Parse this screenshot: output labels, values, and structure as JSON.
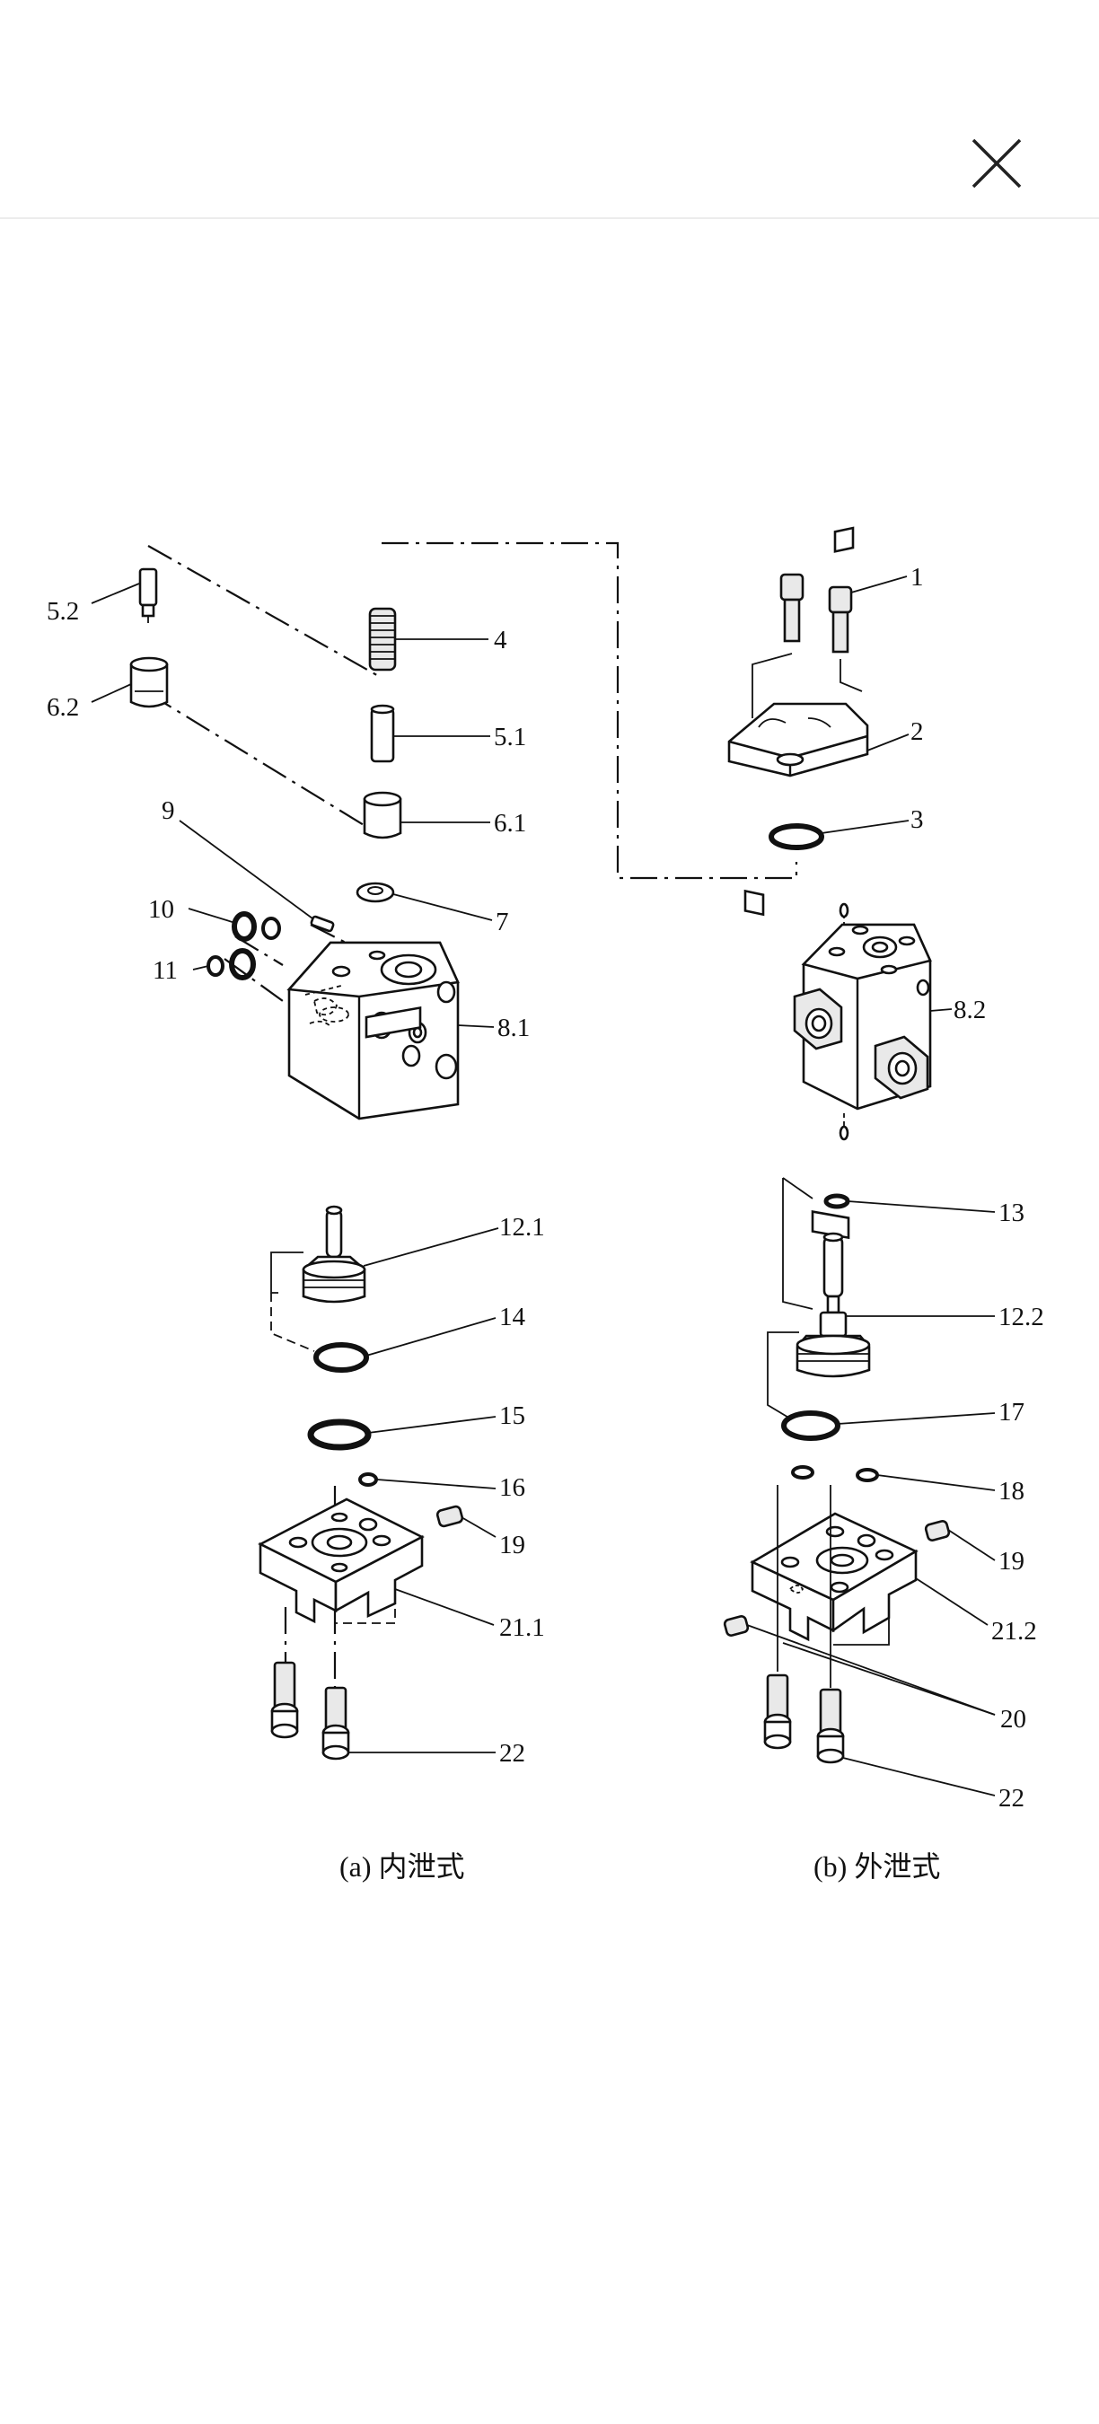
{
  "header": {
    "close_icon": "close-icon"
  },
  "diagram": {
    "labels": {
      "l1": "1",
      "l2": "2",
      "l3": "3",
      "l4": "4",
      "l5_1": "5.1",
      "l5_2": "5.2",
      "l6_1": "6.1",
      "l6_2": "6.2",
      "l7": "7",
      "l8_1": "8.1",
      "l8_2": "8.2",
      "l9": "9",
      "l10": "10",
      "l11": "11",
      "l12_1": "12.1",
      "l12_2": "12.2",
      "l13": "13",
      "l14": "14",
      "l15": "15",
      "l16": "16",
      "l17": "17",
      "l18": "18",
      "l19a": "19",
      "l19b": "19",
      "l20": "20",
      "l21_1": "21.1",
      "l21_2": "21.2",
      "l22a": "22",
      "l22b": "22"
    },
    "captions": {
      "a": "(a) 内泄式",
      "b": "(b) 外泄式"
    }
  }
}
